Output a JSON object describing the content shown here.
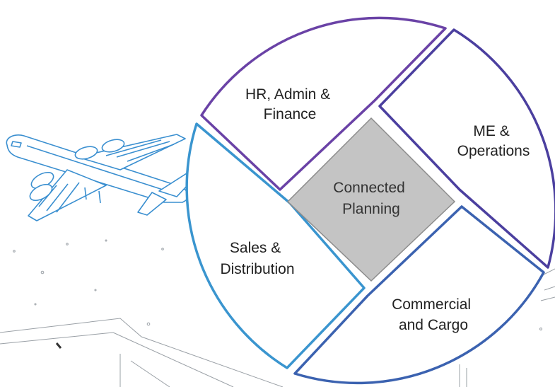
{
  "diagram": {
    "center": {
      "label_lines": [
        "Connected",
        "Planning"
      ],
      "fill": "#c4c4c4",
      "stroke": "#8c8c8c"
    },
    "segments": [
      {
        "id": "hr",
        "label_lines": [
          "HR, Admin &",
          "Finance"
        ],
        "stroke": "#6a42a6"
      },
      {
        "id": "me",
        "label_lines": [
          "ME &",
          "Operations"
        ],
        "stroke": "#4b3f9f"
      },
      {
        "id": "commercial",
        "label_lines": [
          "Commercial",
          "and Cargo"
        ],
        "stroke": "#3b62b0"
      },
      {
        "id": "sales",
        "label_lines": [
          "Sales &",
          "Distribution"
        ],
        "stroke": "#3a95cf"
      }
    ],
    "illustration": {
      "subject": "airplane-icon",
      "stroke": "#3a8fd0"
    },
    "background": {
      "sketch_color": "#9aa0a6"
    }
  }
}
